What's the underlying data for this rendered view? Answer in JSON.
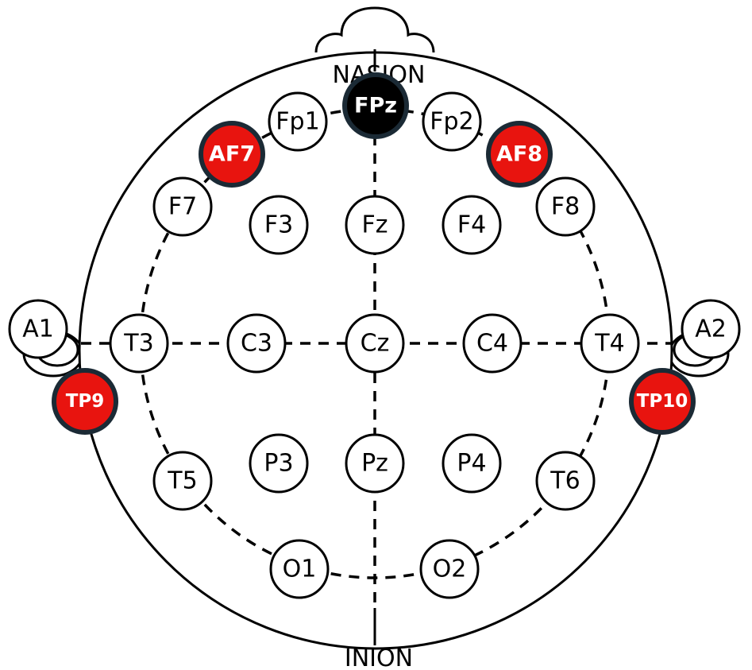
{
  "landmarks": {
    "nasion": "NASION",
    "inion": "INION"
  },
  "colors": {
    "highlight_fill": "#e8140f",
    "reference_fill": "#000000",
    "highlight_border": "#1b2a35",
    "line": "#000000",
    "background": "#ffffff"
  },
  "electrodes": {
    "fp1": {
      "label": "Fp1",
      "highlight": "none"
    },
    "fpz": {
      "label": "FPz",
      "highlight": "reference"
    },
    "fp2": {
      "label": "Fp2",
      "highlight": "none"
    },
    "af7": {
      "label": "AF7",
      "highlight": "active"
    },
    "af8": {
      "label": "AF8",
      "highlight": "active"
    },
    "f7": {
      "label": "F7",
      "highlight": "none"
    },
    "f3": {
      "label": "F3",
      "highlight": "none"
    },
    "fz": {
      "label": "Fz",
      "highlight": "none"
    },
    "f4": {
      "label": "F4",
      "highlight": "none"
    },
    "f8": {
      "label": "F8",
      "highlight": "none"
    },
    "a1": {
      "label": "A1",
      "highlight": "none"
    },
    "t3": {
      "label": "T3",
      "highlight": "none"
    },
    "c3": {
      "label": "C3",
      "highlight": "none"
    },
    "cz": {
      "label": "Cz",
      "highlight": "none"
    },
    "c4": {
      "label": "C4",
      "highlight": "none"
    },
    "t4": {
      "label": "T4",
      "highlight": "none"
    },
    "a2": {
      "label": "A2",
      "highlight": "none"
    },
    "tp9": {
      "label": "TP9",
      "highlight": "active"
    },
    "tp10": {
      "label": "TP10",
      "highlight": "active"
    },
    "t5": {
      "label": "T5",
      "highlight": "none"
    },
    "p3": {
      "label": "P3",
      "highlight": "none"
    },
    "pz": {
      "label": "Pz",
      "highlight": "none"
    },
    "p4": {
      "label": "P4",
      "highlight": "none"
    },
    "t6": {
      "label": "T6",
      "highlight": "none"
    },
    "o1": {
      "label": "O1",
      "highlight": "none"
    },
    "o2": {
      "label": "O2",
      "highlight": "none"
    }
  }
}
